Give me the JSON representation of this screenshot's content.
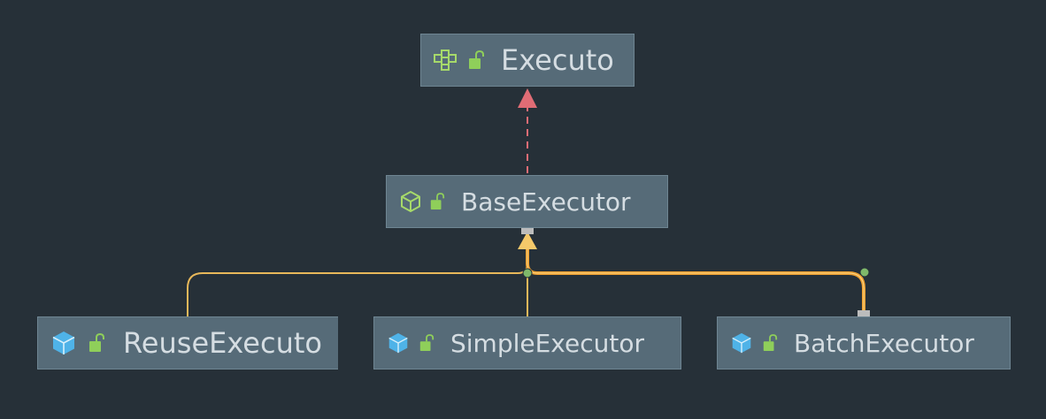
{
  "diagram": {
    "nodes": [
      {
        "id": "executor",
        "label": "Executo",
        "kind": "interface"
      },
      {
        "id": "base",
        "label": "BaseExecutor",
        "kind": "abstract"
      },
      {
        "id": "reuse",
        "label": "ReuseExecuto",
        "kind": "class"
      },
      {
        "id": "simple",
        "label": "SimpleExecutor",
        "kind": "class"
      },
      {
        "id": "batch",
        "label": "BatchExecutor",
        "kind": "class"
      }
    ],
    "edges": [
      {
        "from": "base",
        "to": "executor",
        "relation": "implements"
      },
      {
        "from": "reuse",
        "to": "base",
        "relation": "extends"
      },
      {
        "from": "simple",
        "to": "base",
        "relation": "extends"
      },
      {
        "from": "batch",
        "to": "base",
        "relation": "extends",
        "highlighted": true
      }
    ],
    "colors": {
      "background": "#263038",
      "node_fill": "#566b78",
      "node_border": "#6e8592",
      "label": "#d5dde2",
      "implements_edge": "#e06c75",
      "extends_edge": "#e8b85a",
      "highlight_edge": "#f0a030",
      "interface_icon": "#a6d96a",
      "abstract_icon": "#a6d96a",
      "class_icon": "#4fb3e8",
      "lock_icon": "#8fcf5a",
      "connector_square": "#bcbcbc",
      "connector_dot": "#7fb86a"
    },
    "icons": {
      "interface": "interface-icon",
      "abstract": "abstract-class-icon",
      "class": "class-icon",
      "lock": "unlocked-padlock-icon"
    }
  }
}
